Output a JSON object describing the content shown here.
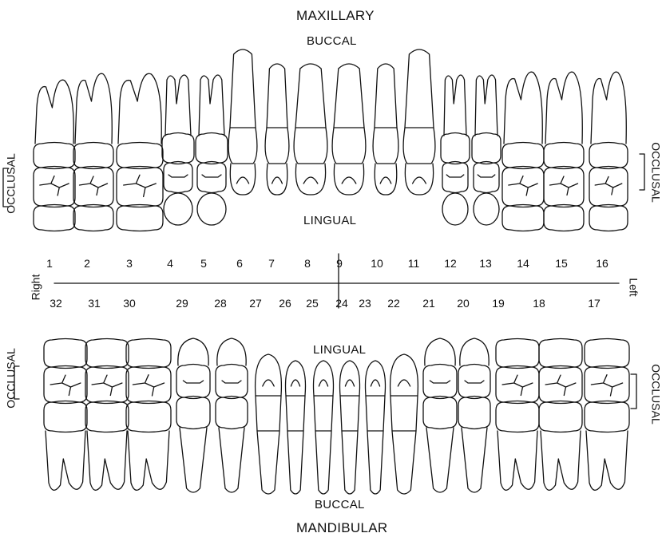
{
  "titles": {
    "maxillary": "MAXILLARY",
    "mandibular": "MANDIBULAR"
  },
  "upper": {
    "top_label": "BUCCAL",
    "bottom_label": "LINGUAL",
    "side_left": "OCCLUSAL",
    "side_right": "OCCLUSAL"
  },
  "lower": {
    "top_label": "LINGUAL",
    "bottom_label": "BUCCAL",
    "side_left": "OCCLUSAL",
    "side_right": "OCCLUSAL"
  },
  "orientation": {
    "right": "Right",
    "left": "Left"
  },
  "numbering": {
    "upper": [
      "1",
      "2",
      "3",
      "4",
      "5",
      "6",
      "7",
      "8",
      "9",
      "10",
      "11",
      "12",
      "13",
      "14",
      "15",
      "16"
    ],
    "lower": [
      "32",
      "31",
      "30",
      "29",
      "28",
      "27",
      "26",
      "25",
      "24",
      "23",
      "22",
      "21",
      "20",
      "19",
      "18",
      "17"
    ]
  },
  "teeth_upper": [
    {
      "type": "molar"
    },
    {
      "type": "molar"
    },
    {
      "type": "molar"
    },
    {
      "type": "premolar"
    },
    {
      "type": "premolar"
    },
    {
      "type": "canine"
    },
    {
      "type": "incisor"
    },
    {
      "type": "incisor"
    },
    {
      "type": "incisor"
    },
    {
      "type": "incisor"
    },
    {
      "type": "canine"
    },
    {
      "type": "premolar"
    },
    {
      "type": "premolar"
    },
    {
      "type": "molar"
    },
    {
      "type": "molar"
    },
    {
      "type": "molar"
    }
  ],
  "teeth_lower": [
    {
      "type": "molar"
    },
    {
      "type": "molar"
    },
    {
      "type": "molar"
    },
    {
      "type": "premolar"
    },
    {
      "type": "premolar"
    },
    {
      "type": "canine"
    },
    {
      "type": "incisor"
    },
    {
      "type": "incisor"
    },
    {
      "type": "incisor"
    },
    {
      "type": "incisor"
    },
    {
      "type": "canine"
    },
    {
      "type": "premolar"
    },
    {
      "type": "premolar"
    },
    {
      "type": "molar"
    },
    {
      "type": "molar"
    },
    {
      "type": "molar"
    }
  ]
}
